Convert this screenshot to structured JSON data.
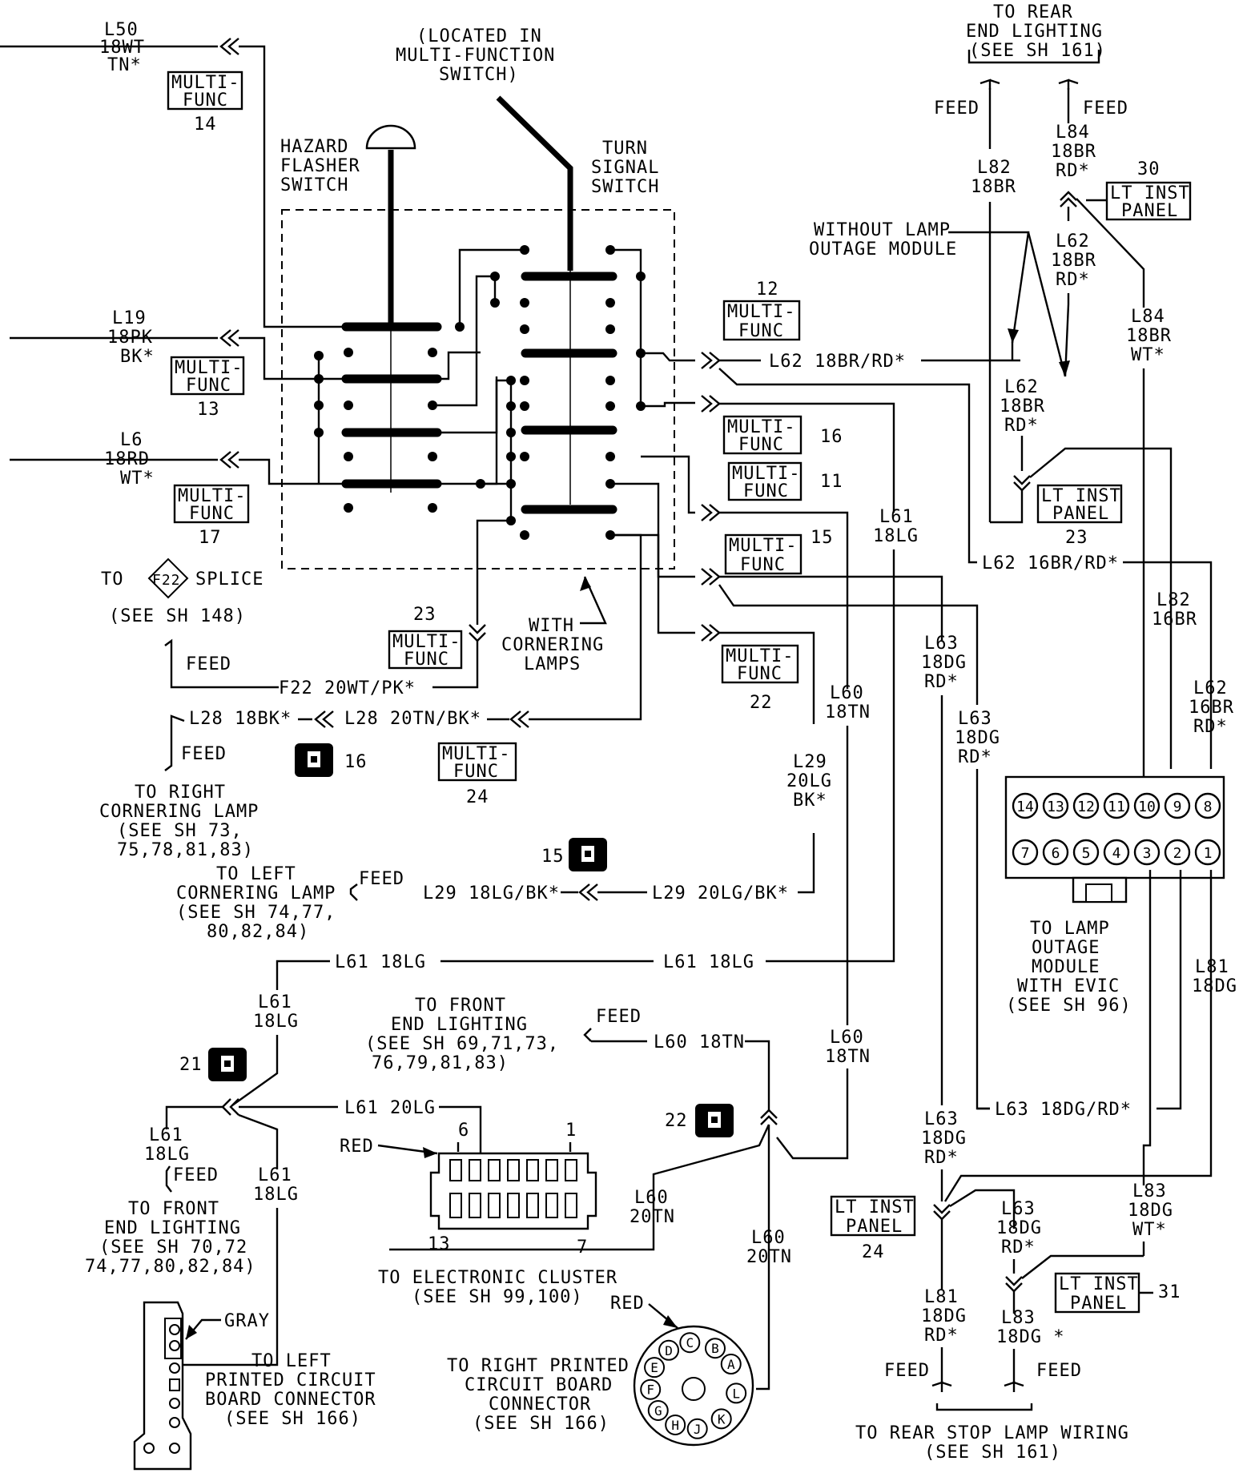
{
  "labels": {
    "located_in": [
      "(LOCATED IN",
      "MULTI-FUNCTION",
      "SWITCH)"
    ],
    "hazard_switch": [
      "HAZARD",
      "FLASHER",
      "SWITCH"
    ],
    "turn_switch": [
      "TURN",
      "SIGNAL",
      "SWITCH"
    ],
    "rear_end_lighting_top": [
      "TO REAR",
      "END LIGHTING",
      "(SEE SH 161)"
    ],
    "feed": "FEED",
    "without_lamp_outage": [
      "WITHOUT LAMP",
      "OUTAGE MODULE"
    ],
    "with_cornering": [
      "WITH",
      "CORNERING",
      "LAMPS"
    ],
    "to_f22_pre": "TO",
    "f22": "F22",
    "to_f22_post": "SPLICE",
    "see_sh_148": "(SEE SH 148)",
    "right_cornering": [
      "TO RIGHT",
      "CORNERING LAMP",
      "(SEE SH 73,",
      "75,78,81,83)"
    ],
    "left_cornering": [
      "TO LEFT",
      "CORNERING LAMP",
      "(SEE SH 74,77,",
      "80,82,84)"
    ],
    "front_end_lighting_1": [
      "TO FRONT",
      "END LIGHTING",
      "(SEE SH 69,71,73,",
      "76,79,81,83)"
    ],
    "front_end_lighting_2": [
      "TO FRONT",
      "END LIGHTING",
      "(SEE SH 70,72",
      "74,77,80,82,84)"
    ],
    "lamp_outage": [
      "TO LAMP",
      "OUTAGE",
      "MODULE",
      "WITH EVIC",
      "(SEE SH 96)"
    ],
    "electronic_cluster": [
      "TO ELECTRONIC CLUSTER",
      "(SEE SH 99,100)"
    ],
    "right_pcb": [
      "TO RIGHT PRINTED",
      "CIRCUIT BOARD",
      "CONNECTOR",
      "(SEE SH 166)"
    ],
    "left_pcb": [
      "TO LEFT",
      "PRINTED CIRCUIT",
      "BOARD CONNECTOR",
      "(SEE SH 166)"
    ],
    "rear_stop": [
      "TO REAR STOP LAMP WIRING",
      "(SEE SH 161)"
    ],
    "red": "RED",
    "gray": "GRAY",
    "pin6": "6",
    "pin1": "1",
    "pin13": "13",
    "pin7": "7"
  },
  "connector_boxes": {
    "multi_func": [
      "MULTI-",
      "FUNC"
    ],
    "lt_inst_panel": [
      "LT INST",
      "PANEL"
    ],
    "numbers": {
      "mf14": "14",
      "mf13": "13",
      "mf17": "17",
      "mf12": "12",
      "mf16": "16",
      "mf11": "11",
      "mf15": "15",
      "mf22": "22",
      "mf23": "23",
      "mf24": "24",
      "lt30": "30",
      "lt23": "23",
      "lt24": "24",
      "lt31": "31"
    }
  },
  "ground_numbers": {
    "g16": "16",
    "g15": "15",
    "g21": "21",
    "g22": "22"
  },
  "wires": {
    "l50": [
      "L50",
      "18WT",
      "TN*"
    ],
    "l19": [
      "L19",
      "18PK",
      "BK*"
    ],
    "l6": [
      "L6",
      "18RD",
      "WT*"
    ],
    "l82_top": [
      "L82",
      "18BR"
    ],
    "l84_top": [
      "L84",
      "18BR",
      "RD*"
    ],
    "l62_top": [
      "L62",
      "18BR",
      "RD*"
    ],
    "l84_mid": [
      "L84",
      "18BR",
      "WT*"
    ],
    "l62_mid": [
      "L62",
      "18BR",
      "RD*"
    ],
    "l62_18": "L62 18BR/RD*",
    "l62_16": "L62 16BR/RD*",
    "l61_sw": [
      "L61",
      "18LG"
    ],
    "l82_16": [
      "L82",
      "16BR"
    ],
    "l62_16v": [
      "L62",
      "16BR",
      "RD*"
    ],
    "l63_a": [
      "L63",
      "18DG",
      "RD*"
    ],
    "l63_b": [
      "L63",
      "18DG",
      "RD*"
    ],
    "l60_18": [
      "L60",
      "18TN"
    ],
    "l29_20": [
      "L29",
      "20LG",
      "BK*"
    ],
    "f22": "F22 20WT/PK*",
    "l28_18": "L28 18BK*",
    "l28_20": "L28 20TN/BK*",
    "l29_18h": "L29 18LG/BK*",
    "l29_20h": "L29 20LG/BK*",
    "l61_h1": "L61 18LG",
    "l61_h2": "L61 18LG",
    "l61_v1": [
      "L61",
      "18LG"
    ],
    "l61_20": "L61 20LG",
    "l61_v2": [
      "L61",
      "18LG"
    ],
    "l61_v3": [
      "L61",
      "18LG"
    ],
    "l60_18tn_h": "L60 18TN",
    "l60_18tn_v": [
      "L60",
      "18TN"
    ],
    "l60_20_a": [
      "L60",
      "20TN"
    ],
    "l60_20_b": [
      "L60",
      "20TN"
    ],
    "l81_18": [
      "L81",
      "18DG"
    ],
    "l63_h": "L63 18DG/RD*",
    "l63_c": [
      "L63",
      "18DG",
      "RD*"
    ],
    "l63_d": [
      "L63",
      "18DG",
      "RD*"
    ],
    "l83_a": [
      "L83",
      "18DG",
      "WT*"
    ],
    "l81_b": [
      "L81",
      "18DG",
      "RD*"
    ],
    "l83_b": [
      "L83",
      "18DG *"
    ]
  },
  "module_pins": {
    "top": [
      "14",
      "13",
      "12",
      "11",
      "10",
      "9",
      "8"
    ],
    "bottom": [
      "7",
      "6",
      "5",
      "4",
      "3",
      "2",
      "1"
    ]
  },
  "round_connector_pins": [
    "A",
    "B",
    "C",
    "D",
    "E",
    "F",
    "G",
    "H",
    "J",
    "K",
    "L"
  ]
}
